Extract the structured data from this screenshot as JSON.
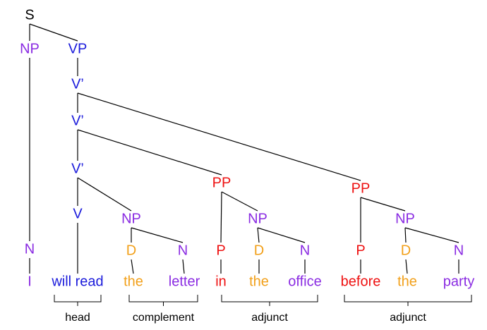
{
  "colors": {
    "S": "#000000",
    "NP": "#8a2be2",
    "VP": "#1a1adb",
    "P": "#ee1111",
    "D": "#f2a01a"
  },
  "nodes": [
    {
      "id": "S",
      "label": "S",
      "color": "S"
    },
    {
      "id": "NP1",
      "label": "NP",
      "color": "NP"
    },
    {
      "id": "VP",
      "label": "VP",
      "color": "VP"
    },
    {
      "id": "V1",
      "label": "V’",
      "color": "VP"
    },
    {
      "id": "V2",
      "label": "V’",
      "color": "VP"
    },
    {
      "id": "V3",
      "label": "V’",
      "color": "VP"
    },
    {
      "id": "PP1",
      "label": "PP",
      "color": "P"
    },
    {
      "id": "PP2",
      "label": "PP",
      "color": "P"
    },
    {
      "id": "V",
      "label": "V",
      "color": "VP"
    },
    {
      "id": "NP2",
      "label": "NP",
      "color": "NP"
    },
    {
      "id": "NP3",
      "label": "NP",
      "color": "NP"
    },
    {
      "id": "NP4",
      "label": "NP",
      "color": "NP"
    },
    {
      "id": "N1",
      "label": "N",
      "color": "NP"
    },
    {
      "id": "D1",
      "label": "D",
      "color": "D"
    },
    {
      "id": "N2",
      "label": "N",
      "color": "NP"
    },
    {
      "id": "P1",
      "label": "P",
      "color": "P"
    },
    {
      "id": "D2",
      "label": "D",
      "color": "D"
    },
    {
      "id": "N3",
      "label": "N",
      "color": "NP"
    },
    {
      "id": "P2",
      "label": "P",
      "color": "P"
    },
    {
      "id": "D3",
      "label": "D",
      "color": "D"
    },
    {
      "id": "N4",
      "label": "N",
      "color": "NP"
    },
    {
      "id": "W_I",
      "label": "I",
      "color": "NP"
    },
    {
      "id": "W_read",
      "label": "will read",
      "color": "VP"
    },
    {
      "id": "W_the1",
      "label": "the",
      "color": "D"
    },
    {
      "id": "W_letter",
      "label": "letter",
      "color": "NP"
    },
    {
      "id": "W_in",
      "label": "in",
      "color": "P"
    },
    {
      "id": "W_the2",
      "label": "the",
      "color": "D"
    },
    {
      "id": "W_office",
      "label": "office",
      "color": "NP"
    },
    {
      "id": "W_before",
      "label": "before",
      "color": "P"
    },
    {
      "id": "W_the3",
      "label": "the",
      "color": "D"
    },
    {
      "id": "W_party",
      "label": "party",
      "color": "NP"
    }
  ],
  "edges": [
    [
      "S",
      "NP1"
    ],
    [
      "S",
      "VP"
    ],
    [
      "NP1",
      "N1"
    ],
    [
      "N1",
      "W_I"
    ],
    [
      "VP",
      "V1"
    ],
    [
      "V1",
      "V2"
    ],
    [
      "V1",
      "PP2"
    ],
    [
      "V2",
      "V3"
    ],
    [
      "V2",
      "PP1"
    ],
    [
      "V3",
      "V"
    ],
    [
      "V3",
      "NP2"
    ],
    [
      "V",
      "W_read"
    ],
    [
      "NP2",
      "D1"
    ],
    [
      "NP2",
      "N2"
    ],
    [
      "D1",
      "W_the1"
    ],
    [
      "N2",
      "W_letter"
    ],
    [
      "PP1",
      "P1"
    ],
    [
      "PP1",
      "NP3"
    ],
    [
      "NP3",
      "D2"
    ],
    [
      "NP3",
      "N3"
    ],
    [
      "P1",
      "W_in"
    ],
    [
      "D2",
      "W_the2"
    ],
    [
      "N3",
      "W_office"
    ],
    [
      "PP2",
      "P2"
    ],
    [
      "PP2",
      "NP4"
    ],
    [
      "NP4",
      "D3"
    ],
    [
      "NP4",
      "N4"
    ],
    [
      "P2",
      "W_before"
    ],
    [
      "D3",
      "W_the3"
    ],
    [
      "N4",
      "W_party"
    ]
  ],
  "annotations": [
    {
      "label": "head",
      "from": "W_read",
      "to": "W_read"
    },
    {
      "label": "complement",
      "from": "W_the1",
      "to": "W_letter"
    },
    {
      "label": "adjunct",
      "from": "W_in",
      "to": "W_office"
    },
    {
      "label": "adjunct",
      "from": "W_before",
      "to": "W_party"
    }
  ]
}
